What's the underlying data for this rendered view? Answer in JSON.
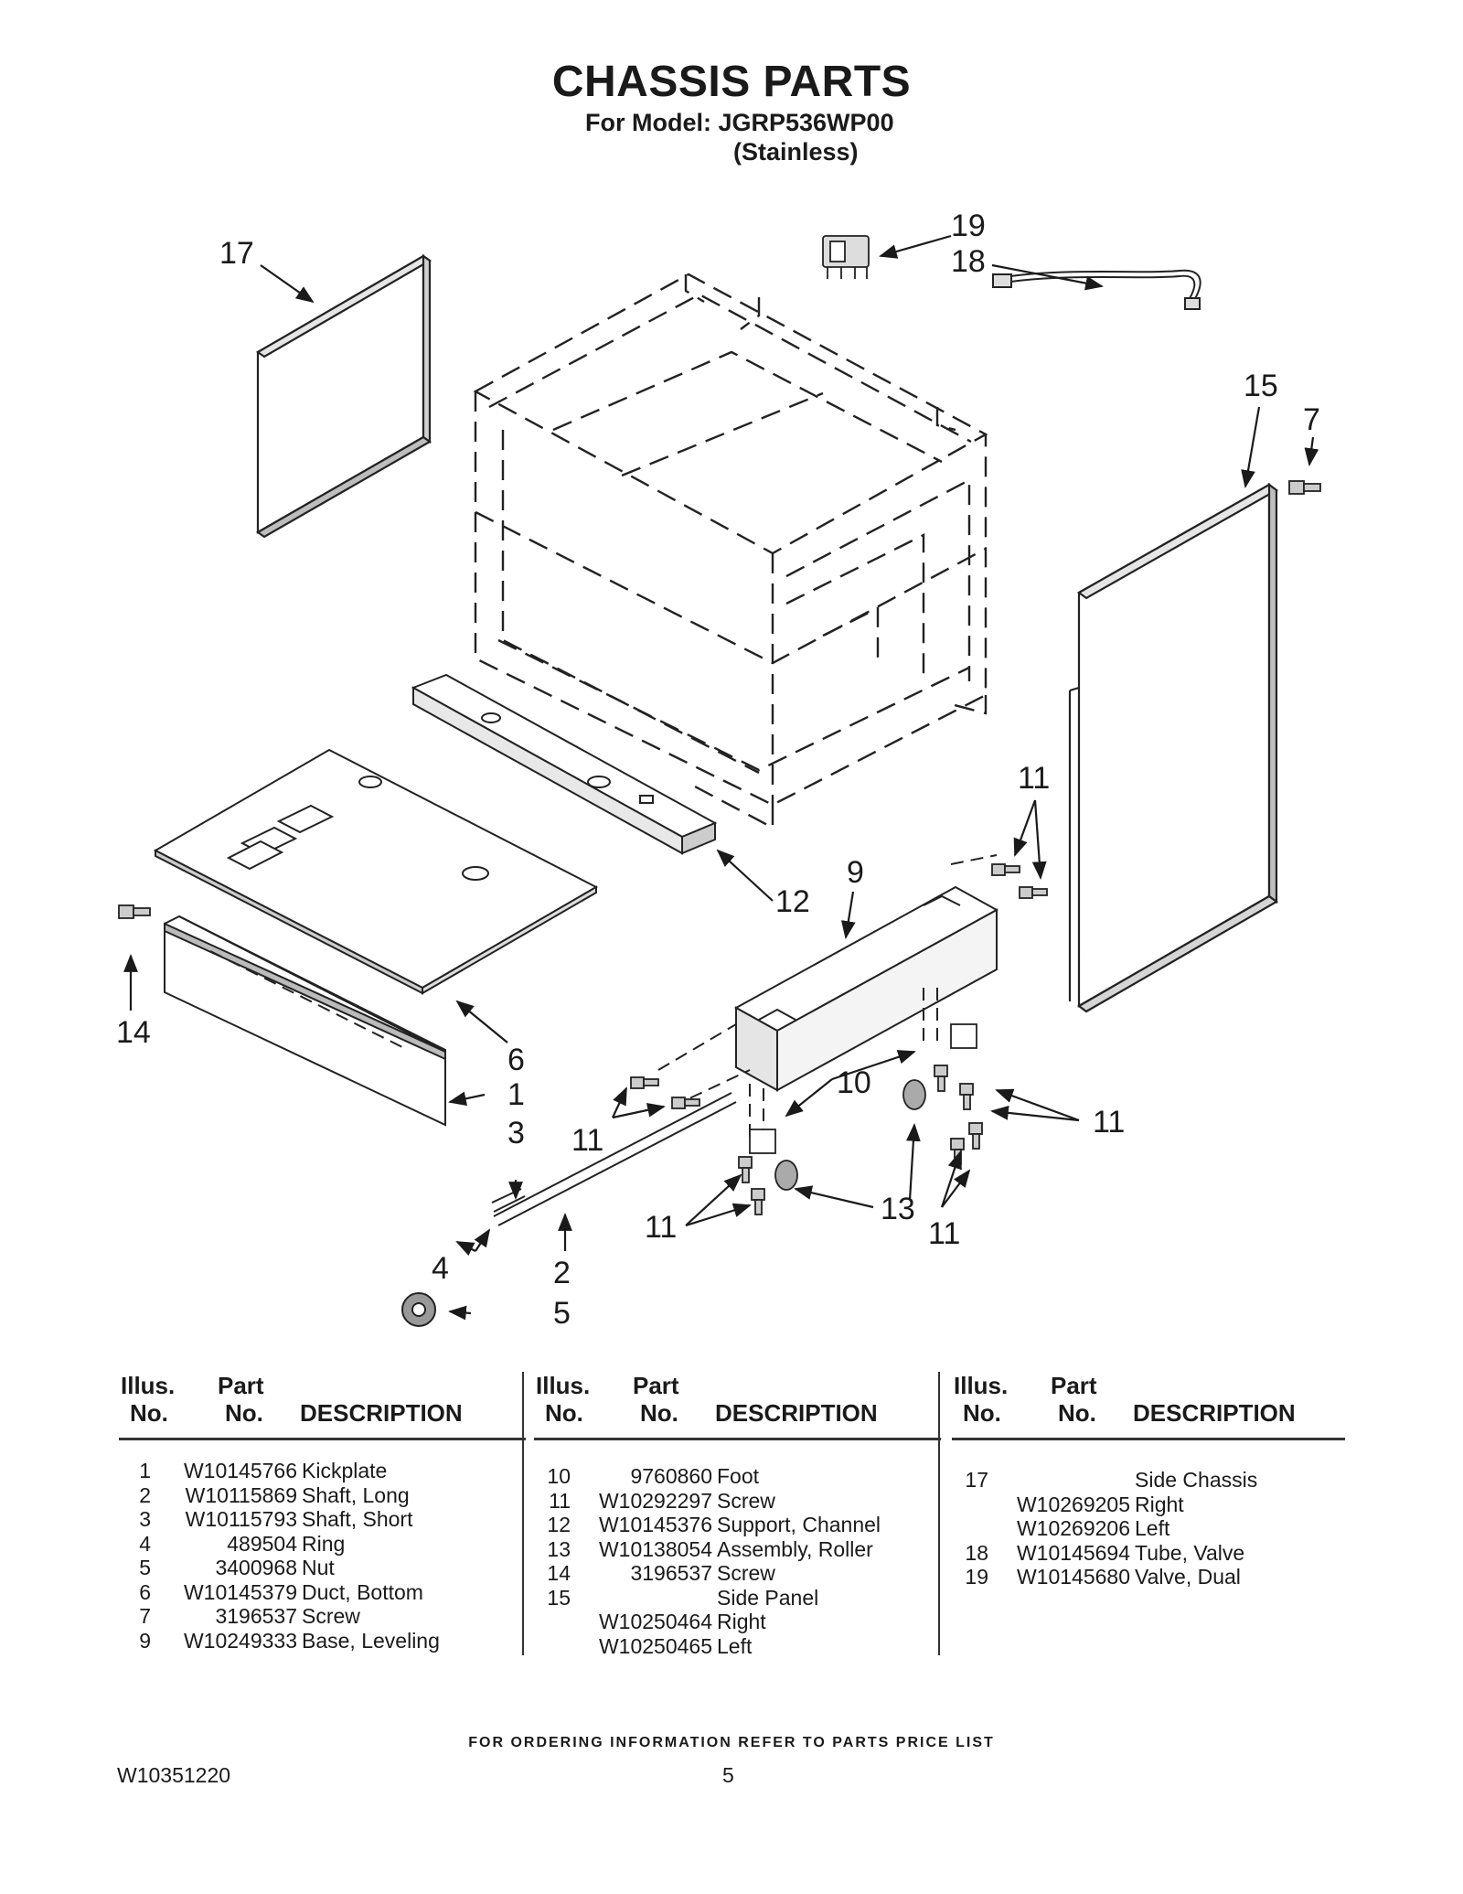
{
  "header": {
    "title": "CHASSIS PARTS",
    "model_line": "For Model: JGRP536WP00",
    "finish_line": "(Stainless)"
  },
  "diagram": {
    "callouts": [
      "17",
      "19",
      "18",
      "15",
      "7",
      "11",
      "9",
      "12",
      "14",
      "6",
      "1",
      "3",
      "11",
      "10",
      "11",
      "13",
      "4",
      "2",
      "5",
      "11",
      "11"
    ]
  },
  "table": {
    "headers": {
      "illus": [
        "Illus.",
        "No."
      ],
      "part": [
        "Part",
        "No."
      ],
      "description": "DESCRIPTION"
    },
    "columns": [
      [
        {
          "illus": "1",
          "part": "W10145766",
          "desc": "Kickplate"
        },
        {
          "illus": "2",
          "part": "W10115869",
          "desc": "Shaft, Long"
        },
        {
          "illus": "3",
          "part": "W10115793",
          "desc": "Shaft, Short"
        },
        {
          "illus": "4",
          "part": "489504",
          "desc": "Ring"
        },
        {
          "illus": "5",
          "part": "3400968",
          "desc": "Nut"
        },
        {
          "illus": "6",
          "part": "W10145379",
          "desc": "Duct, Bottom"
        },
        {
          "illus": "7",
          "part": "3196537",
          "desc": "Screw"
        },
        {
          "illus": "9",
          "part": "W10249333",
          "desc": "Base, Leveling"
        }
      ],
      [
        {
          "illus": "10",
          "part": "9760860",
          "desc": "Foot"
        },
        {
          "illus": "11",
          "part": "W10292297",
          "desc": "Screw"
        },
        {
          "illus": "12",
          "part": "W10145376",
          "desc": "Support, Channel"
        },
        {
          "illus": "13",
          "part": "W10138054",
          "desc": "Assembly, Roller"
        },
        {
          "illus": "14",
          "part": "3196537",
          "desc": "Screw"
        },
        {
          "illus": "15",
          "part": "",
          "desc": "Side Panel"
        },
        {
          "illus": "",
          "part": "W10250464",
          "desc": "Right"
        },
        {
          "illus": "",
          "part": "W10250465",
          "desc": "Left"
        }
      ],
      [
        {
          "illus": "17",
          "part": "",
          "desc": "Side Chassis"
        },
        {
          "illus": "",
          "part": "W10269205",
          "desc": "Right"
        },
        {
          "illus": "",
          "part": "W10269206",
          "desc": "Left"
        },
        {
          "illus": "18",
          "part": "W10145694",
          "desc": "Tube, Valve"
        },
        {
          "illus": "19",
          "part": "W10145680",
          "desc": "Valve, Dual"
        }
      ]
    ]
  },
  "footer": {
    "note": "FOR ORDERING INFORMATION REFER TO PARTS PRICE LIST",
    "doc_number": "W10351220",
    "page_number": "5"
  }
}
